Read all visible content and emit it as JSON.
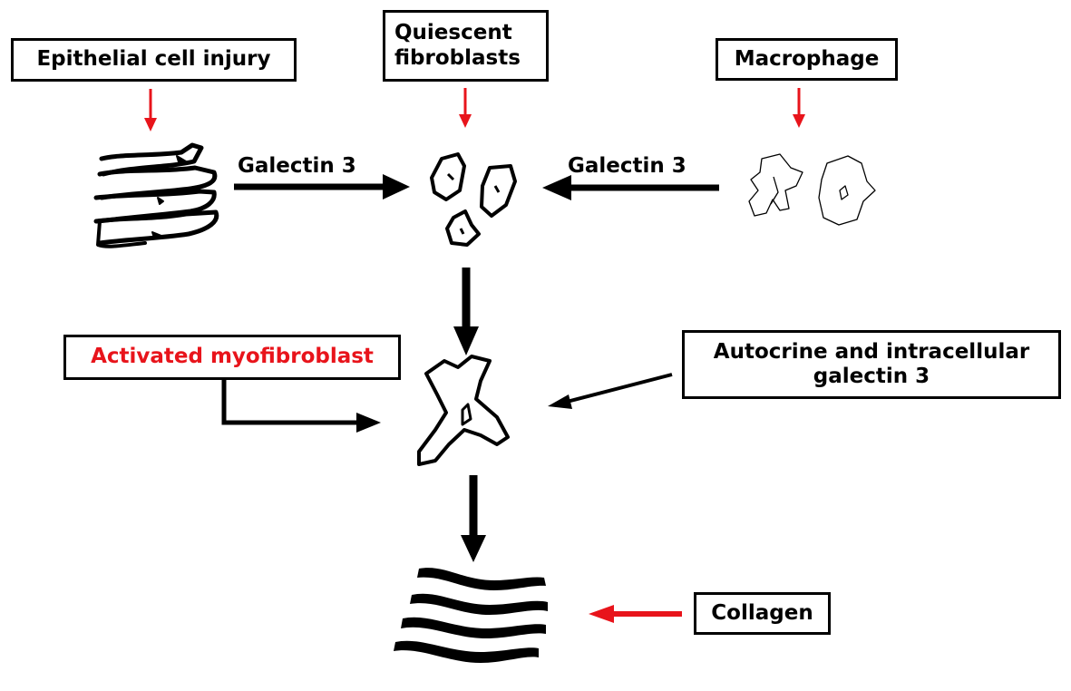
{
  "boxes": {
    "epithelial": "Epithelial cell injury",
    "quiescent": "Quiescent\nfibroblasts",
    "macrophage": "Macrophage",
    "activated": "Activated myofibroblast",
    "autocrine": "Autocrine and intracellular\ngalectin 3",
    "collagen": "Collagen"
  },
  "labels": {
    "galectin_left": "Galectin 3",
    "galectin_right": "Galectin 3"
  },
  "colors": {
    "red": "#e8141b",
    "black": "#000000"
  }
}
